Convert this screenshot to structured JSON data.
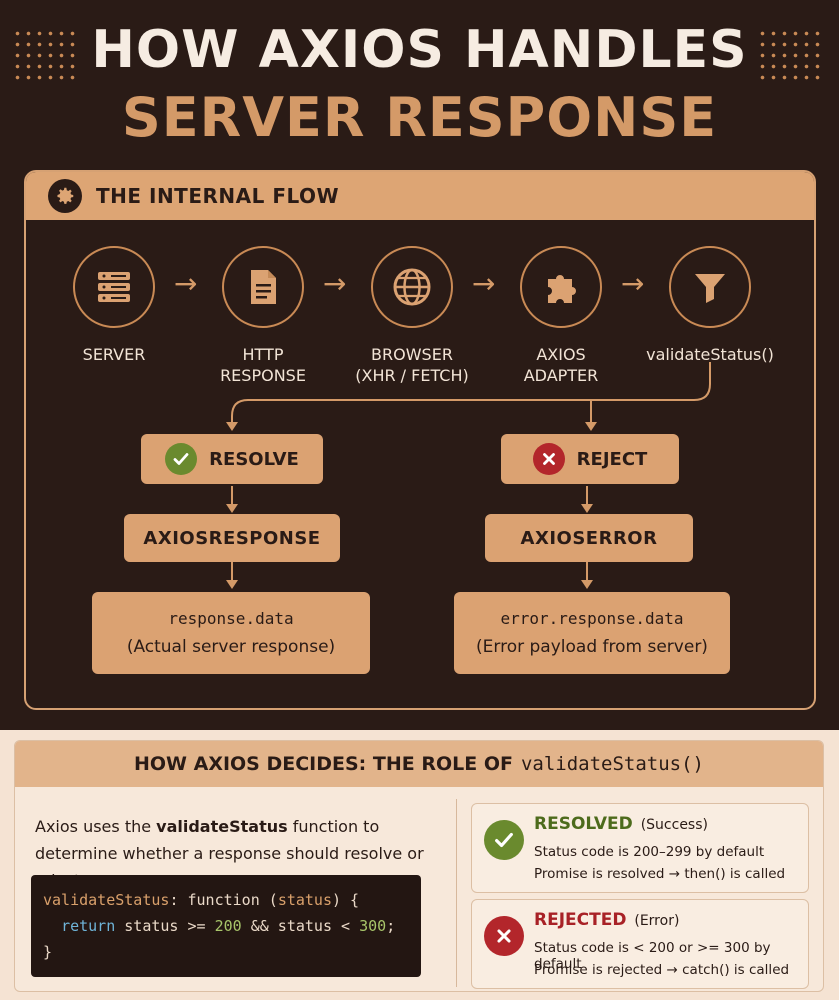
{
  "title": {
    "line1": "HOW AXIOS HANDLES",
    "line2": "SERVER RESPONSE"
  },
  "flow": {
    "header": "THE INTERNAL FLOW",
    "steps": [
      {
        "icon": "server-icon",
        "label_lines": [
          "SERVER"
        ]
      },
      {
        "icon": "document-icon",
        "label_lines": [
          "HTTP",
          "RESPONSE"
        ]
      },
      {
        "icon": "globe-icon",
        "label_lines": [
          "BROWSER",
          "(XHR / FETCH)"
        ]
      },
      {
        "icon": "puzzle-icon",
        "label_lines": [
          "AXIOS",
          "ADAPTER"
        ]
      },
      {
        "icon": "funnel-icon",
        "label_lines": [
          "validateStatus()"
        ]
      }
    ],
    "resolve": {
      "status": "RESOLVE",
      "type": "AXIOSRESPONSE",
      "data_code": "response.data",
      "data_desc": "(Actual server response)"
    },
    "reject": {
      "status": "REJECT",
      "type": "AXIOSERROR",
      "data_code": "error.response.data",
      "data_desc": "(Error payload from server)"
    }
  },
  "decide": {
    "header_text": "HOW AXIOS DECIDES: THE ROLE OF",
    "header_code": "validateStatus()",
    "intro_pre": "Axios uses the ",
    "intro_bold": "validateStatus",
    "intro_post": " function to determine whether a response should resolve or reject.",
    "code": {
      "prop": "validateStatus",
      "colon": ": ",
      "kw_function": "function",
      "open": " (",
      "param": "status",
      "close": ") {",
      "ret": "return",
      "expr1": " status >= ",
      "num1": "200",
      "expr2": " && status < ",
      "num2": "300",
      "semi": ";",
      "end": "}"
    },
    "resolved": {
      "title": "RESOLVED",
      "sub": "(Success)",
      "line1": "Status code is 200–299 by default",
      "line2": "Promise is resolved → then() is called"
    },
    "rejected": {
      "title": "REJECTED",
      "sub": "(Error)",
      "line1": "Status code is < 200 or >= 300 by default",
      "line2": "Promise is rejected → catch() is called"
    }
  },
  "colors": {
    "background": "#2a1b16",
    "accent": "#d49a68",
    "box": "#dba272",
    "success": "#6a8a2e",
    "error": "#b3262b",
    "resolved_text": "#4d6b1c",
    "rejected_text": "#a82126"
  }
}
